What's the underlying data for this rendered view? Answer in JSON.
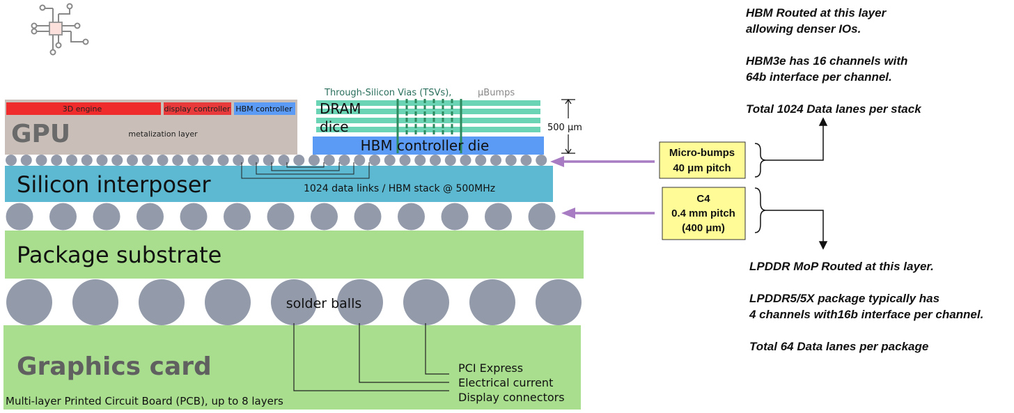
{
  "colors": {
    "gpu_die": "#c9bfb8",
    "engine_red": "#ef2b2b",
    "display_red": "#e83a3a",
    "hbm_ctrl_blue": "#5b9bf5",
    "interposer": "#5cb9d1",
    "substrate": "#a8de8e",
    "bump_gray": "#939bab",
    "tsv_teal": "#6ad4b4",
    "tsv_dark": "#2d8a5f",
    "callout_yellow": "#fffc98",
    "arrow_purple": "#a77cc2",
    "dark_text": "#555555",
    "via_title_teal": "#2a6e5c"
  },
  "logo": {
    "icon": "chip-circuit-icon"
  },
  "gpu": {
    "title": "GPU",
    "engine_label": "3D engine",
    "display_label": "display controller",
    "hbm_label": "HBM controller",
    "metal_label": "metalization layer"
  },
  "hbm_stack": {
    "tsv_label": "Through-Silicon Vias (TSVs),",
    "ubump_label": "μBumps",
    "dram_label_1": "DRAM",
    "dram_label_2": "dice",
    "controller_die_label": "HBM controller die",
    "height_label": "500 μm"
  },
  "interposer": {
    "title": "Silicon interposer",
    "links_label": "1024 data links / HBM stack @ 500MHz"
  },
  "substrate": {
    "title": "Package substrate"
  },
  "solder": {
    "label": "solder balls"
  },
  "card": {
    "title": "Graphics card",
    "pcb_label": "Multi-layer Printed Circuit Board (PCB), up to 8 layers",
    "connections": [
      "PCI Express",
      "Electrical current",
      "Display connectors"
    ]
  },
  "callouts": {
    "micro_bumps": {
      "line1": "Micro-bumps",
      "line2": "40 μm pitch"
    },
    "c4": {
      "line1": "C4",
      "line2": "0.4 mm pitch",
      "line3": "(400 μm)"
    }
  },
  "notes": {
    "hbm": [
      "HBM Routed at this layer",
      "allowing denser IOs.",
      "HBM3e has 16 channels with",
      "64b interface per channel.",
      "Total 1024 Data lanes per stack"
    ],
    "lpddr": [
      "LPDDR MoP Routed at this layer.",
      "LPDDR5/5X package typically has",
      "4 channels with16b interface per channel.",
      "Total 64 Data lanes per package"
    ]
  }
}
